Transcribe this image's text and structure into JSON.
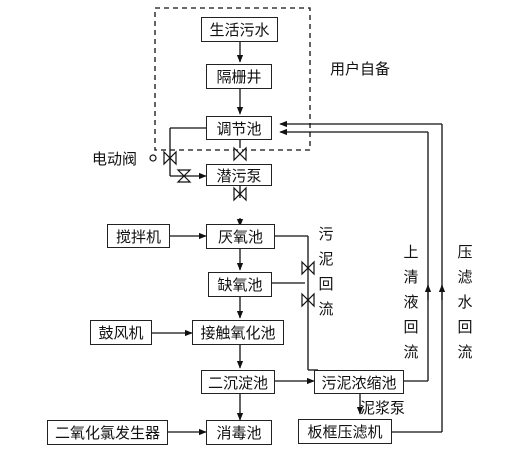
{
  "nodes": {
    "domestic_sewage": "生活污水",
    "bar_screen_well": "隔栅井",
    "regulating_tank": "调节池",
    "submersible_pump": "潜污泵",
    "anaerobic_tank": "厌氧池",
    "anoxic_tank": "缺氧池",
    "contact_oxidation_tank": "接触氧化池",
    "secondary_clarifier": "二沉淀池",
    "disinfection_tank": "消毒池",
    "stirrer": "搅拌机",
    "blower": "鼓风机",
    "chlorine_dioxide_generator": "二氧化氯发生器",
    "sludge_thickener": "污泥浓缩池",
    "plate_frame_filter_press": "板框压滤机"
  },
  "labels": {
    "user_provided": "用户自备",
    "electric_valve": "电动阀",
    "sludge_return": "污泥回流",
    "supernatant_return": "上清液回流",
    "filtrate_return": "压滤水回流",
    "sludge_pump": "泥浆泵"
  }
}
